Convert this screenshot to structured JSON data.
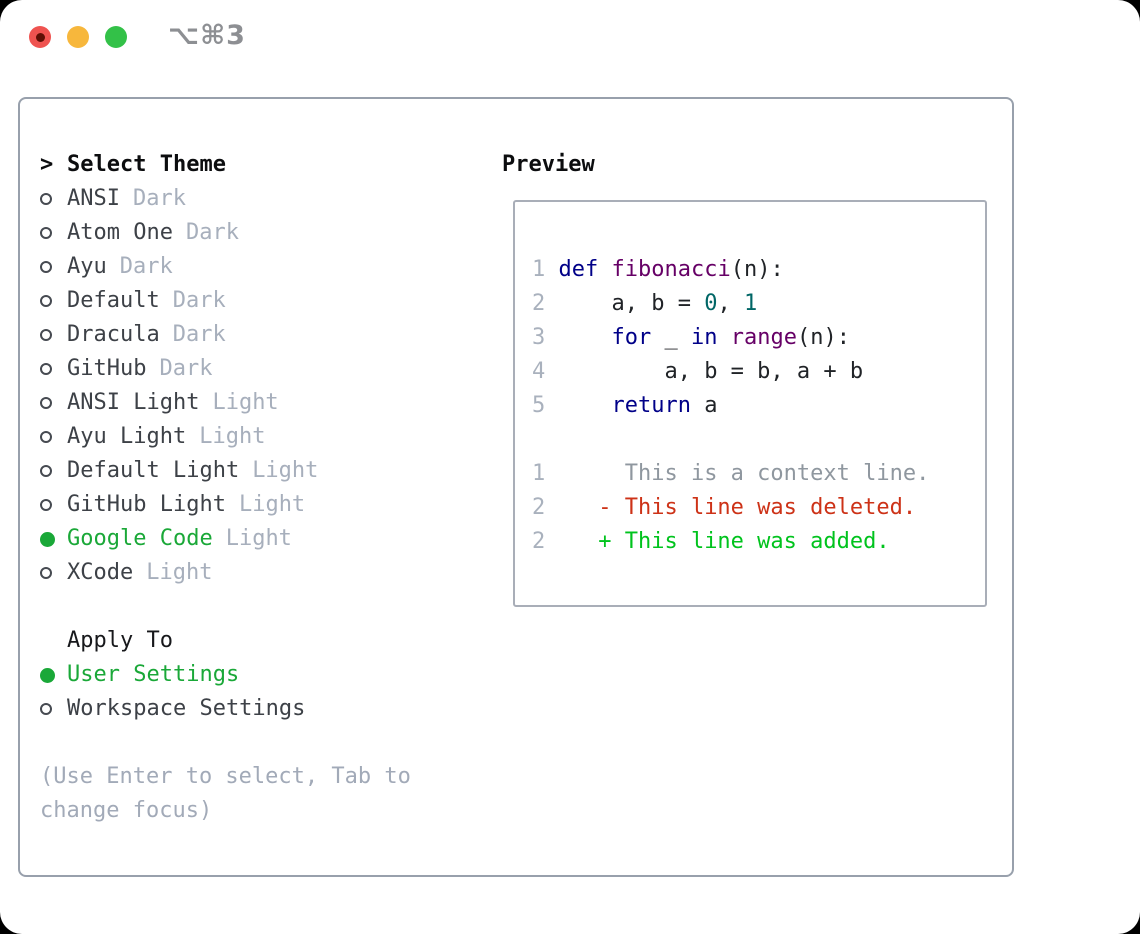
{
  "window": {
    "title": "⌥⌘3",
    "traffic_lights": [
      "close",
      "minimize",
      "zoom"
    ]
  },
  "theme_panel": {
    "prompt": ">",
    "heading": "Select Theme",
    "items": [
      {
        "name": "ANSI",
        "variant": "Dark",
        "selected": false
      },
      {
        "name": "Atom One",
        "variant": "Dark",
        "selected": false
      },
      {
        "name": "Ayu",
        "variant": "Dark",
        "selected": false
      },
      {
        "name": "Default",
        "variant": "Dark",
        "selected": false
      },
      {
        "name": "Dracula",
        "variant": "Dark",
        "selected": false
      },
      {
        "name": "GitHub",
        "variant": "Dark",
        "selected": false
      },
      {
        "name": "ANSI Light",
        "variant": "Light",
        "selected": false
      },
      {
        "name": "Ayu Light",
        "variant": "Light",
        "selected": false
      },
      {
        "name": "Default Light",
        "variant": "Light",
        "selected": false
      },
      {
        "name": "GitHub Light",
        "variant": "Light",
        "selected": false
      },
      {
        "name": "Google Code",
        "variant": "Light",
        "selected": true
      },
      {
        "name": "XCode",
        "variant": "Light",
        "selected": false
      }
    ],
    "apply_to": {
      "heading": "Apply To",
      "options": [
        {
          "label": "User Settings",
          "selected": true
        },
        {
          "label": "Workspace Settings",
          "selected": false
        }
      ]
    },
    "hint": "(Use Enter to select, Tab to change focus)"
  },
  "preview": {
    "heading": "Preview",
    "code_lines": [
      {
        "num": "1",
        "tokens": [
          {
            "t": "def",
            "c": "kw"
          },
          {
            "t": " ",
            "c": "pl"
          },
          {
            "t": "fibonacci",
            "c": "fn"
          },
          {
            "t": "(n):",
            "c": "pl"
          }
        ]
      },
      {
        "num": "2",
        "tokens": [
          {
            "t": "    a, b = ",
            "c": "pl"
          },
          {
            "t": "0",
            "c": "lit"
          },
          {
            "t": ", ",
            "c": "pl"
          },
          {
            "t": "1",
            "c": "lit"
          }
        ]
      },
      {
        "num": "3",
        "tokens": [
          {
            "t": "    ",
            "c": "pl"
          },
          {
            "t": "for",
            "c": "kw"
          },
          {
            "t": " _ ",
            "c": "pl"
          },
          {
            "t": "in",
            "c": "kw"
          },
          {
            "t": " ",
            "c": "pl"
          },
          {
            "t": "range",
            "c": "fn"
          },
          {
            "t": "(n):",
            "c": "pl"
          }
        ]
      },
      {
        "num": "4",
        "tokens": [
          {
            "t": "        a, b = b, a + b",
            "c": "pl"
          }
        ]
      },
      {
        "num": "5",
        "tokens": [
          {
            "t": "    ",
            "c": "pl"
          },
          {
            "t": "return",
            "c": "kw"
          },
          {
            "t": " a",
            "c": "pl"
          }
        ]
      }
    ],
    "diff_lines": [
      {
        "num": "1",
        "sign": " ",
        "text": "This is a context line.",
        "type": "context"
      },
      {
        "num": "2",
        "sign": "-",
        "text": "This line was deleted.",
        "type": "deleted"
      },
      {
        "num": "2",
        "sign": "+",
        "text": "This line was added.",
        "type": "added"
      }
    ]
  },
  "colors": {
    "selection_green": "#1aa838",
    "added_green": "#00c31d",
    "deleted_red": "#cd3217",
    "context_gray": "#8f979f",
    "line_number_gray": "#a9b1bd",
    "muted_gray": "#a7afbc",
    "keyword_blue": "#000088",
    "function_purple": "#660066",
    "literal_teal": "#006666",
    "text_dark": "#3d4147",
    "heading_black": "#0c0d0f",
    "border_gray": "#98a0ac",
    "traffic_red": "#ef5350",
    "traffic_yellow": "#f7b73c",
    "traffic_green": "#33c148"
  }
}
